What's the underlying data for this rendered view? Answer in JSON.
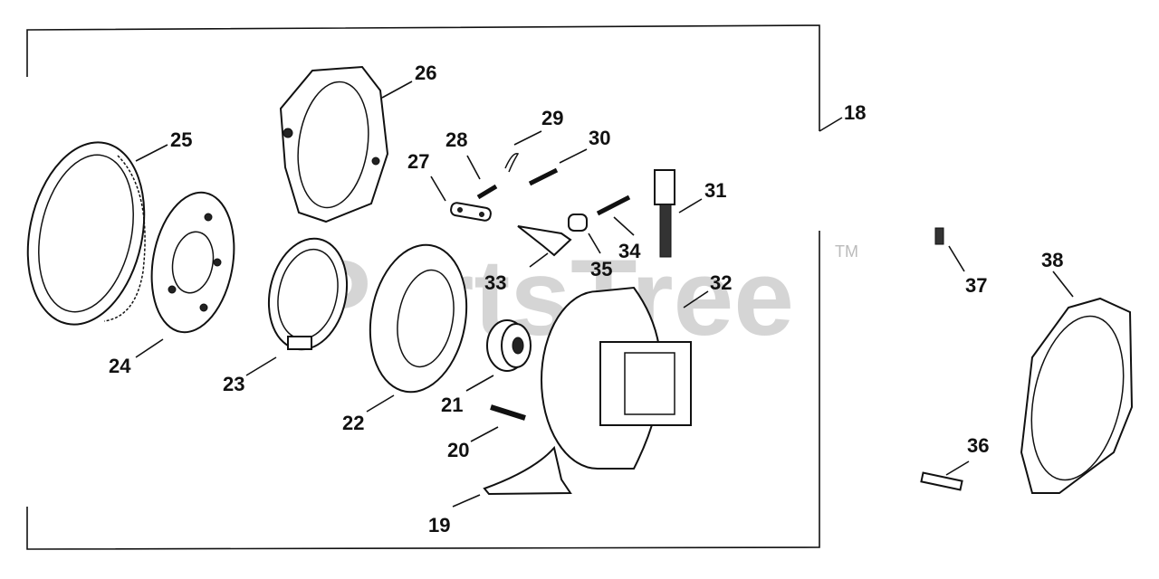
{
  "watermark": {
    "text": "PartsTree",
    "tm": "TM"
  },
  "callouts": {
    "c18": "18",
    "c19": "19",
    "c20": "20",
    "c21": "21",
    "c22": "22",
    "c23": "23",
    "c24": "24",
    "c25": "25",
    "c26": "26",
    "c27": "27",
    "c28": "28",
    "c29": "29",
    "c30": "30",
    "c31": "31",
    "c32": "32",
    "c33": "33",
    "c34": "34",
    "c35": "35",
    "c36": "36",
    "c37": "37",
    "c38": "38"
  }
}
